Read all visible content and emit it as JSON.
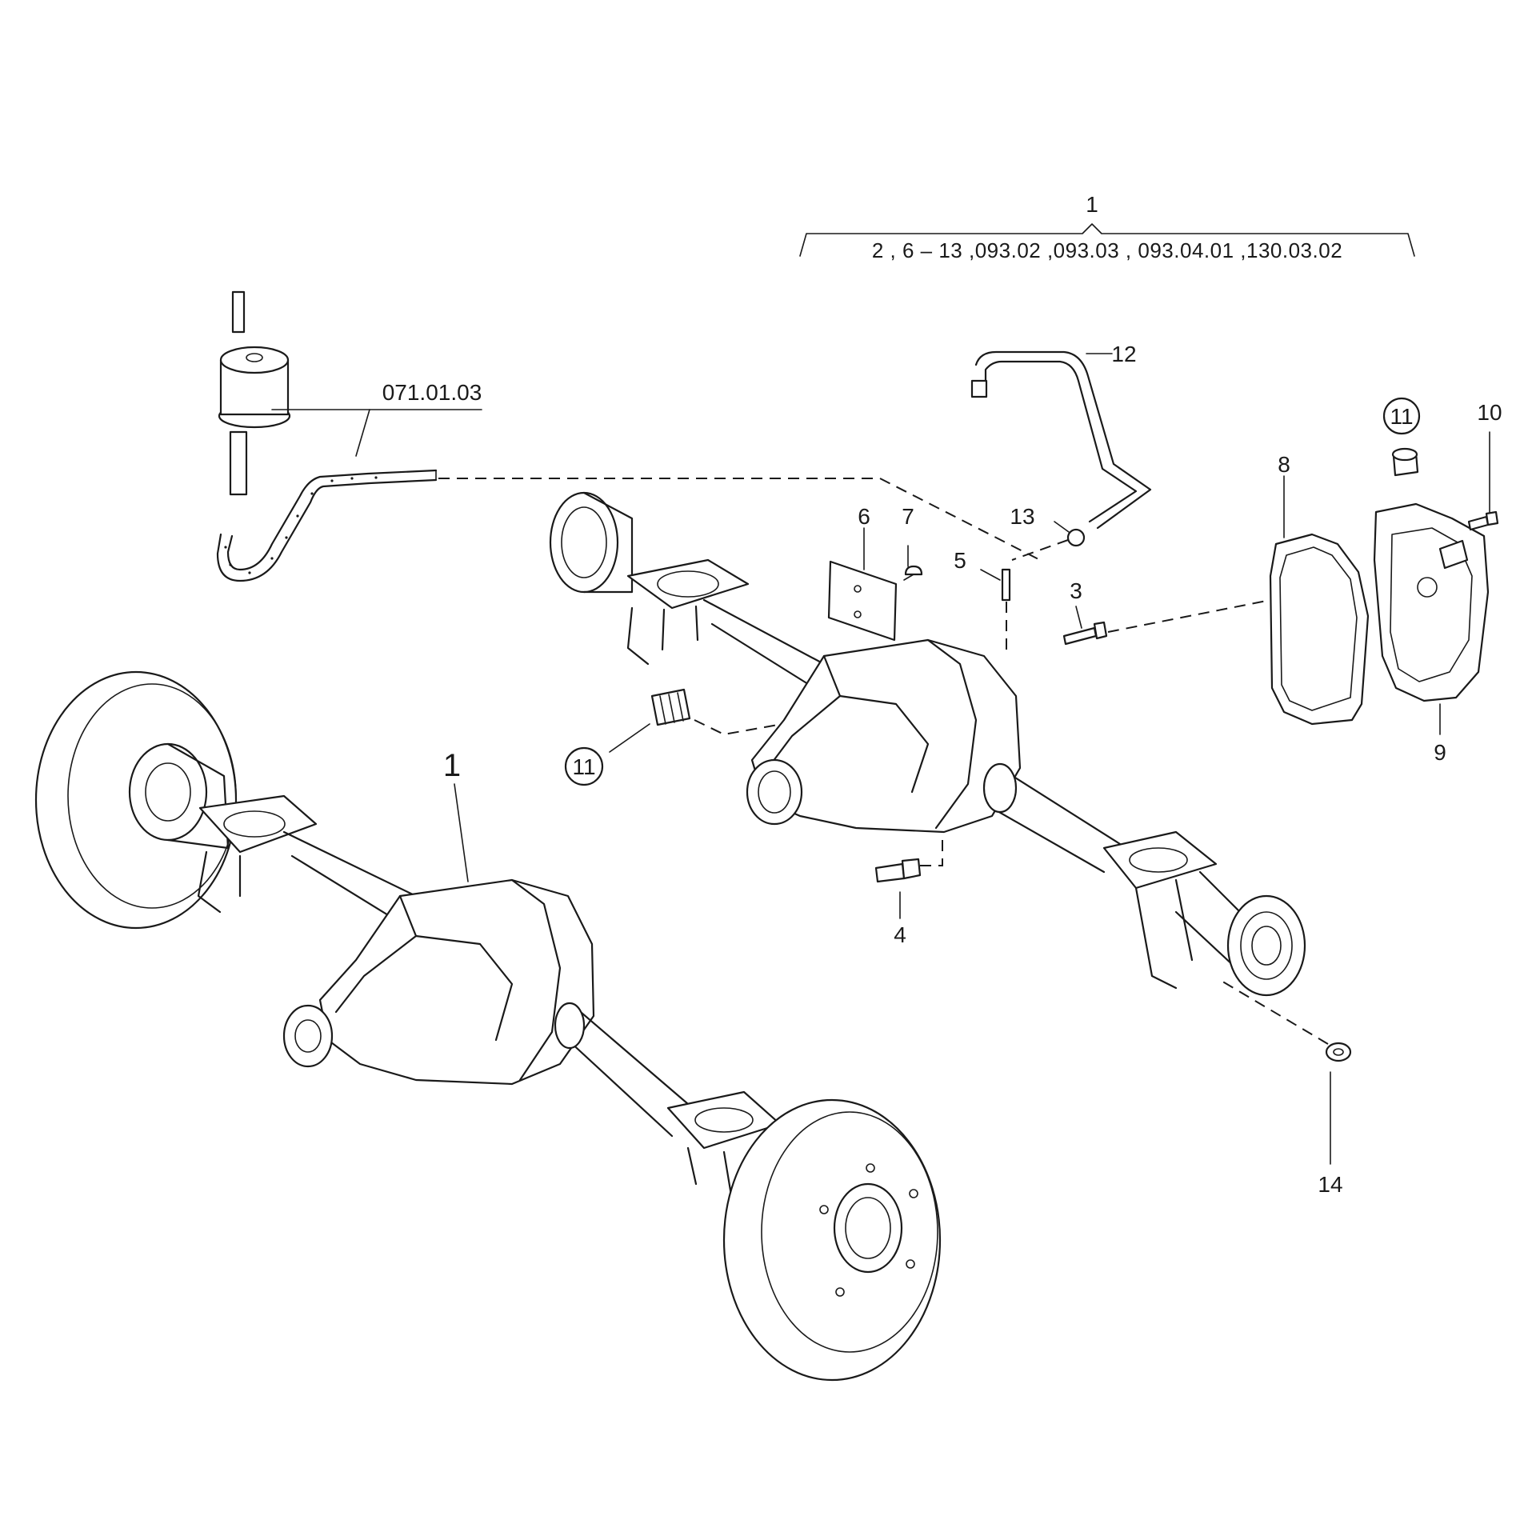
{
  "header": {
    "main_part": "1",
    "includes": "2 , 6 – 13 ,093.02 ,093.03 , 093.04.01 ,130.03.02"
  },
  "callouts": {
    "c1": "1",
    "c3": "3",
    "c4": "4",
    "c5": "5",
    "c6": "6",
    "c7": "7",
    "c8": "8",
    "c9": "9",
    "c10": "10",
    "c11_top": "11",
    "c11_left": "11",
    "c12": "12",
    "c13": "13",
    "c14": "14",
    "ref_hose": "071.01.03"
  }
}
